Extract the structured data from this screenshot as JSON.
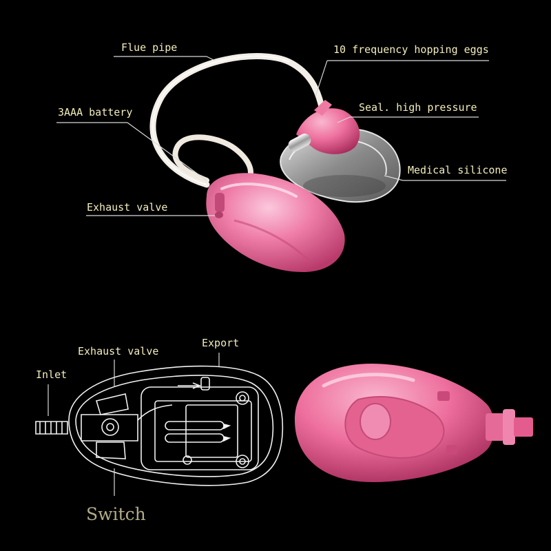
{
  "top_labels": {
    "flue_pipe": "Flue pipe",
    "hopping_eggs": "10 frequency hopping eggs",
    "battery": "3AAA battery",
    "seal": "Seal. high pressure",
    "medical_silicone": "Medical silicone",
    "exhaust_valve": "Exhaust valve"
  },
  "bottom_labels": {
    "exhaust_valve": "Exhaust valve",
    "export": "Export",
    "inlet": "Inlet",
    "switch": "Switch"
  },
  "colors": {
    "background": "#000000",
    "label_text": "#f4eebc",
    "switch_text": "#b3ad86",
    "pump_pink": "#ef7ea8",
    "tube": "#f3efe8",
    "schematic_line": "#f2f2f2"
  }
}
